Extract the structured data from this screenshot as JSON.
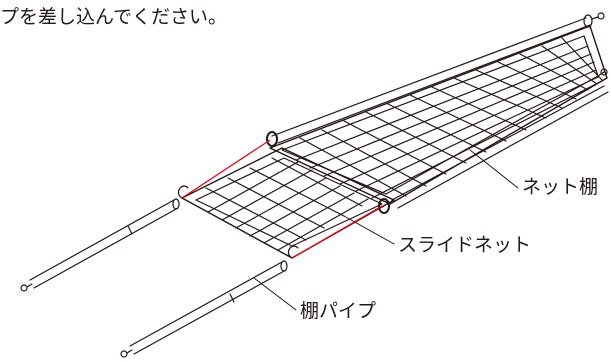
{
  "instruction_text": "プを差し込んでください。",
  "labels": {
    "net_shelf": "ネット棚",
    "slide_net": "スライドネット",
    "shelf_pipe": "棚パイプ"
  },
  "colors": {
    "line": "#231815",
    "insertion_guide": "#e60012",
    "background": "#ffffff"
  }
}
